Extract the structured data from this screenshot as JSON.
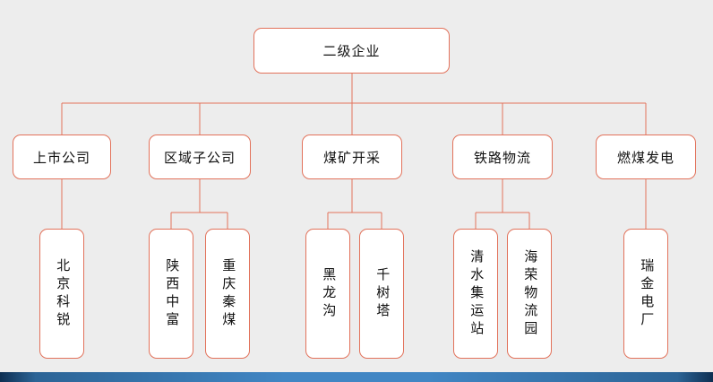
{
  "colors": {
    "accent": "#e2725b",
    "canvas": "#ededed",
    "node_background": "#ffffff",
    "bottom_bar_blue": "#4186c4"
  },
  "org": {
    "root": {
      "label": "二级企业"
    },
    "branches": [
      {
        "label": "上市公司",
        "children": [
          {
            "label": "北京科锐"
          }
        ]
      },
      {
        "label": "区域子公司",
        "children": [
          {
            "label": "陕西中富"
          },
          {
            "label": "重庆秦煤"
          }
        ]
      },
      {
        "label": "煤矿开采",
        "children": [
          {
            "label": "黑龙沟"
          },
          {
            "label": "千树塔"
          }
        ]
      },
      {
        "label": "铁路物流",
        "children": [
          {
            "label": "清水集运站"
          },
          {
            "label": "海荣物流园"
          }
        ]
      },
      {
        "label": "燃煤发电",
        "children": [
          {
            "label": "瑞金电厂"
          }
        ]
      }
    ]
  }
}
